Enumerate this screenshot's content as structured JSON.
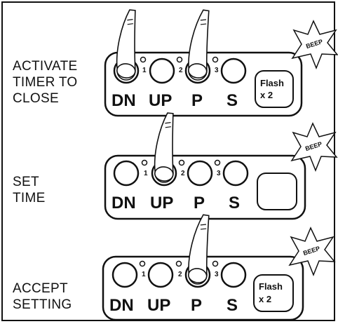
{
  "panels": [
    {
      "label": "ACTIVATE\nTIMER TO\nCLOSE",
      "keys": [
        "DN",
        "UP",
        "P",
        "S"
      ],
      "numbers": [
        "1",
        "2",
        "3"
      ],
      "display_line1": "Flash",
      "display_line2": "x 2",
      "beep": "BEEP",
      "pressed": [
        "DN",
        "P"
      ]
    },
    {
      "label": "SET\nTIME",
      "keys": [
        "DN",
        "UP",
        "P",
        "S"
      ],
      "numbers": [
        "1",
        "2",
        "3"
      ],
      "display_line1": "",
      "display_line2": "",
      "beep": "BEEP",
      "pressed": [
        "UP"
      ]
    },
    {
      "label": "ACCEPT\nSETTING",
      "keys": [
        "DN",
        "UP",
        "P",
        "S"
      ],
      "numbers": [
        "1",
        "2",
        "3"
      ],
      "display_line1": "Flash",
      "display_line2": "x 2",
      "beep": "BEEP",
      "pressed": [
        "P"
      ]
    }
  ]
}
